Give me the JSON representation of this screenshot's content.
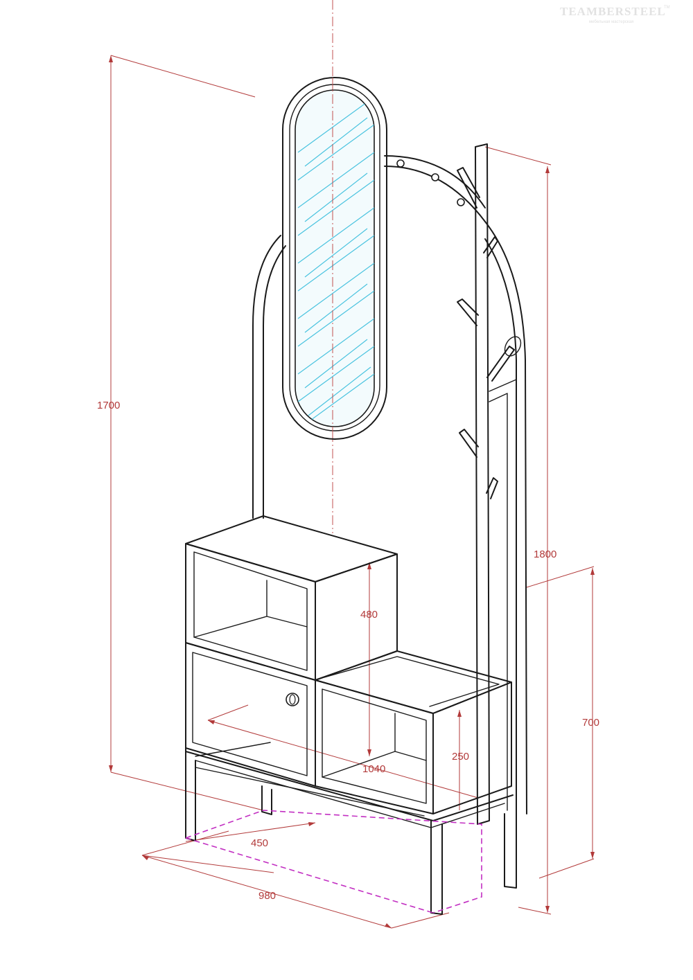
{
  "logo": {
    "name": "TEAMBERSTEEL",
    "mark": "TM",
    "tagline": "мебельная мастерская"
  },
  "dimensions": {
    "total_height": "1700",
    "rack_height": "1800",
    "cabinet_height": "700",
    "box_height": "480",
    "seat_height": "250",
    "length": "1040",
    "depth": "450",
    "width": "980"
  },
  "colors": {
    "dimension": "#b23a3a",
    "outline": "#1a1a1a",
    "mirror_hatch": "#49c3df",
    "footprint": "#c22fc2"
  }
}
